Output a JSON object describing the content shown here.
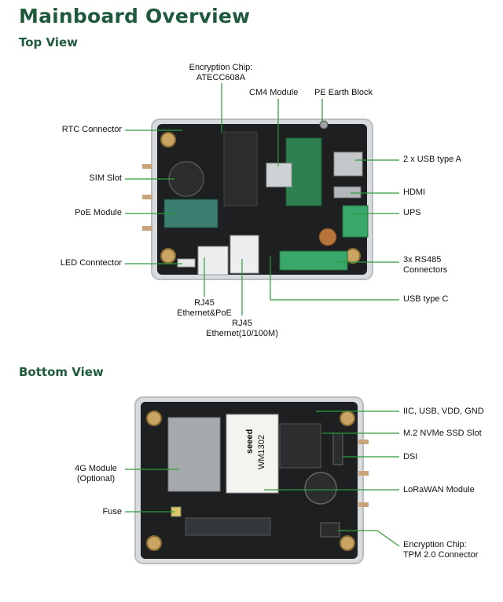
{
  "title": "Mainboard Overview",
  "top_view": {
    "heading": "Top View",
    "labels": {
      "encryption_chip_line1": "Encryption Chip:",
      "encryption_chip_line2": "ATECC608A",
      "cm4_module": "CM4 Module",
      "pe_earth_block": "PE Earth Block",
      "rtc_connector": "RTC Connector",
      "sim_slot": "SIM Slot",
      "poe_module": "PoE Module",
      "led_connector": "LED Conntector",
      "usb_type_a": "2 x USB type A",
      "hdmi": "HDMI",
      "ups": "UPS",
      "rs485_line1": "3x RS485",
      "rs485_line2": "Connectors",
      "usb_type_c": "USB type C",
      "rj45_poe_line1": "RJ45",
      "rj45_poe_line2": "Ethernet&PoE",
      "rj45_eth_line1": "RJ45",
      "rj45_eth_line2": "Ethernet(10/100M)"
    }
  },
  "bottom_view": {
    "heading": "Bottom View",
    "labels": {
      "iic_usb": "IIC, USB, VDD, GND",
      "m2_slot": "M.2 NVMe SSD Slot",
      "dsi": "DSI",
      "lorawan": "LoRaWAN Module",
      "module_4g_line1": "4G Module",
      "module_4g_line2": "(Optional)",
      "fuse": "Fuse",
      "tpm_line1": "Encryption Chip:",
      "tpm_line2": "TPM 2.0 Connector"
    },
    "module_text": {
      "brand": "seeed",
      "model": "WM1302"
    }
  },
  "colors": {
    "heading": "#1f5a3d",
    "leader_line": "#2e9a3c",
    "enclosure": "#d9dcde",
    "pcb": "#1d1f21"
  }
}
